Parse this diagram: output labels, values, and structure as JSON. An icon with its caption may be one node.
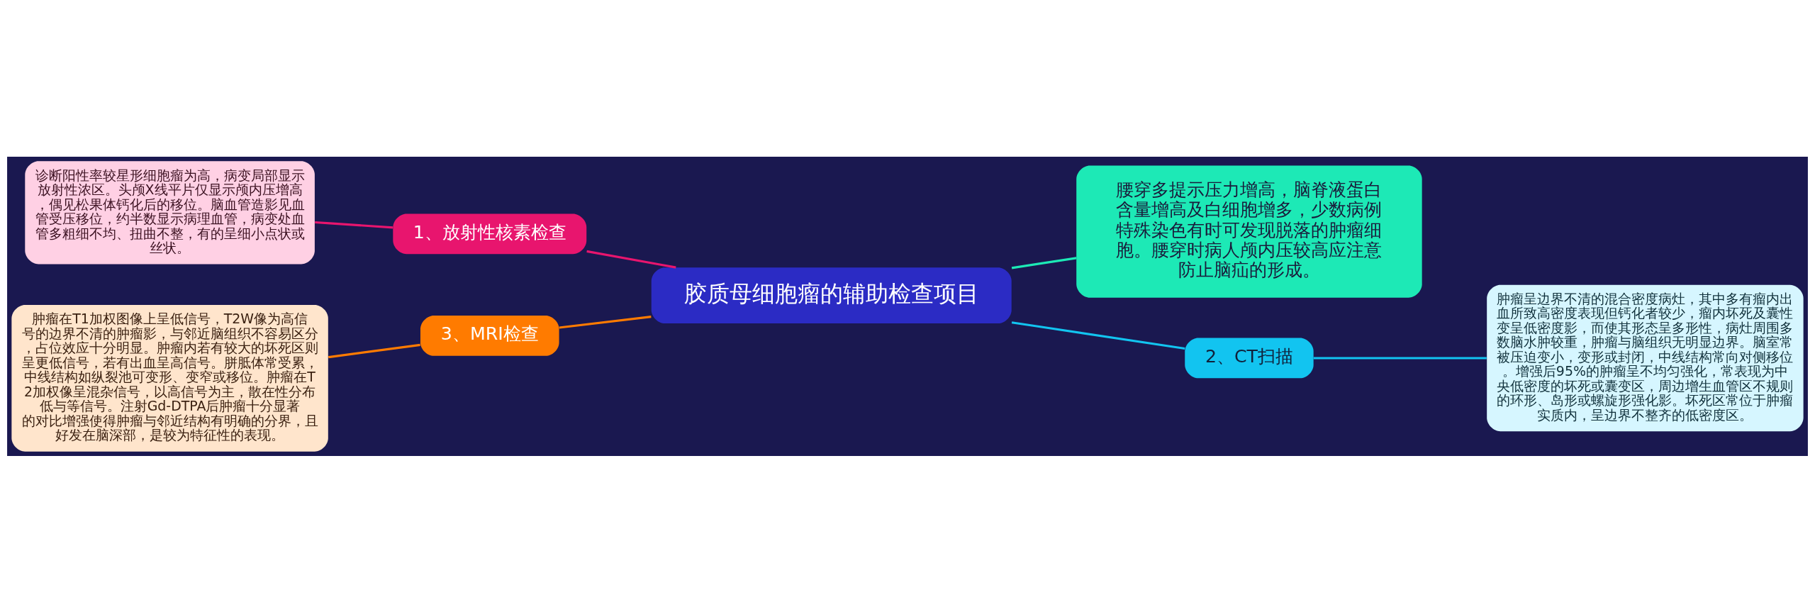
{
  "diagram": {
    "nodes": [
      {
        "text": [
          "胶质母细胞瘤的辅助检查项目"
        ]
      },
      {
        "text": [
          "腰穿多提示压力增高，脑脊液蛋白含量增高及白细胞增多，少数病例特殊染色有时可发现脱落的肿瘤细胞。腰穿时病人颅内压较高应注意防止脑疝的形成。"
        ]
      },
      {
        "text": [
          "1、放射性核素检查"
        ]
      },
      {
        "text": [
          "诊断阳性率较星形细胞瘤为高，病变局部显示放射性浓区。头颅X线平片仅显示颅内压增高，偶见松果体钙化后的移位。脑血管造影见血管受压移位，约半数显示病理血管，病变处血管多粗细不均、扭曲不整，有的呈细小点状或丝状。"
        ]
      },
      {
        "text": [
          "2、CT扫描"
        ]
      },
      {
        "text": [
          "肿瘤呈边界不清的混合密度病灶，其中多有瘤内出血所致高密度表现但钙化者较少，瘤内坏死及囊性变呈低密度影，而使其形态呈多形性，病灶周围多数脑水肿较重，肿瘤与脑组织无明显边界。脑室常被压迫变小，变形或封闭，中线结构常向对侧移位。增强后95%的肿瘤呈不均匀强化，常表现为中央低密度的坏死或囊变区，周边增生血管区不规则的环形、岛形或螺旋形强化影。坏死区常位于肿瘤实质内，呈边界不整齐的低密度区。"
        ]
      },
      {
        "text": [
          "3、MRI检查"
        ]
      },
      {
        "text": [
          "肿瘤在T1加权图像上呈低信号，T2W像为高信号的边界不清的肿瘤影，与邻近脑组织不容易区分，占位效应十分明显。肿瘤内若有较大的坏死区则呈更低信号，若有出血呈高信号。胼胝体常受累，中线结构如纵裂池可变形、变窄或移位。肿瘤在T2加权像呈混杂信号，以高信号为主，散在性分布低与等信号。注射Gd-DTPA后肿瘤十分显著的对比增强使得肿瘤与邻近结构有明确的分界，且好发在脑深部，是较为特征性的表现。"
        ]
      }
    ],
    "edges": [
      {
        "from": 0,
        "to": 1,
        "arrow": "none",
        "color": "#1de9b6"
      },
      {
        "from": 0,
        "to": 2,
        "arrow": "none",
        "color": "#e8156e"
      },
      {
        "from": 2,
        "to": 3,
        "arrow": "none",
        "color": "#e8156e"
      },
      {
        "from": 0,
        "to": 4,
        "arrow": "none",
        "color": "#12c4f0"
      },
      {
        "from": 4,
        "to": 5,
        "arrow": "none",
        "color": "#12c4f0"
      },
      {
        "from": 0,
        "to": 6,
        "arrow": "none",
        "color": "#ff7b00"
      },
      {
        "from": 6,
        "to": 7,
        "arrow": "none",
        "color": "#ff7b00"
      }
    ]
  }
}
